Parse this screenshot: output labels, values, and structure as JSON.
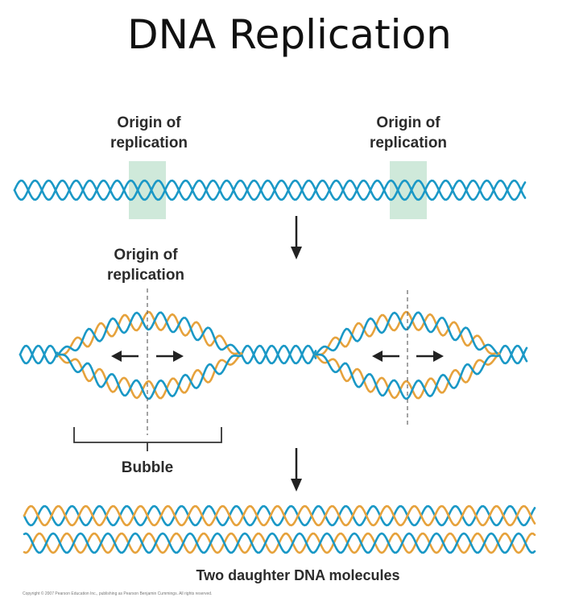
{
  "title": "DNA Replication",
  "labels": {
    "origin_line1": "Origin of",
    "origin_line2": "replication",
    "bubble": "Bubble",
    "daughters": "Two daughter DNA molecules",
    "copyright": "Copyright © 2007 Pearson Education Inc., publishing as Pearson Benjamin Cummings. All rights reserved."
  },
  "colors": {
    "parent_strand": "#1a98c6",
    "new_strand": "#e6a23c",
    "origin_highlight": "#cfe9da",
    "arrow": "#222222"
  }
}
